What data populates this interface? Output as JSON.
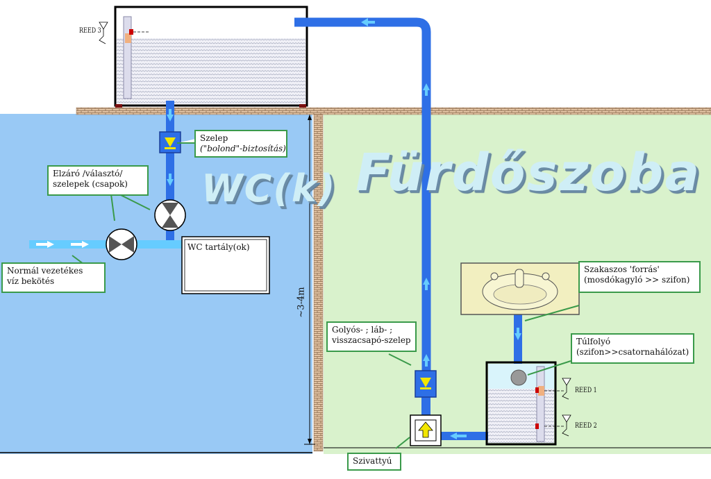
{
  "rooms": {
    "wc_title": "WC(k)",
    "bathroom_title": "Fürdőszoba"
  },
  "labels": {
    "valve_top": {
      "line1": "Szelep",
      "line2": "(\"bolond\"-biztosítás)"
    },
    "shutoff": {
      "line1": "Elzáró /választó/",
      "line2": "szelepek (csapok)"
    },
    "wc_tank": "WC tartály(ok)",
    "mains": {
      "line1": "Normál vezetékes",
      "line2": "víz bekötés"
    },
    "check_valve": {
      "line1": "Golyós- ; láb- ;",
      "line2": "visszacsapó-szelep"
    },
    "pump": "Szivattyú",
    "source": {
      "line1": "Szakaszos 'forrás'",
      "line2": "(mosdókagyló >> szifon)"
    },
    "overflow": {
      "line1": "Túlfolyó",
      "line2": "(szifon>>csatornahálózat)"
    },
    "height": "~3-4m",
    "reed1": "REED 1",
    "reed2": "REED 2",
    "reed3": "REED 3"
  },
  "colors": {
    "wc_room": "#99c9f5",
    "bathroom": "#d9f2cc",
    "pipe": "#2e6fe6",
    "pipe_light": "#66ccff",
    "wall": "#d9b89a",
    "callout_border": "#3a9a4a",
    "valve_arrow": "#f2e600"
  },
  "icons": [
    "flow-arrow-icon",
    "valve-icon",
    "check-valve-icon",
    "pump-icon",
    "reed-switch-icon",
    "sink-icon"
  ]
}
